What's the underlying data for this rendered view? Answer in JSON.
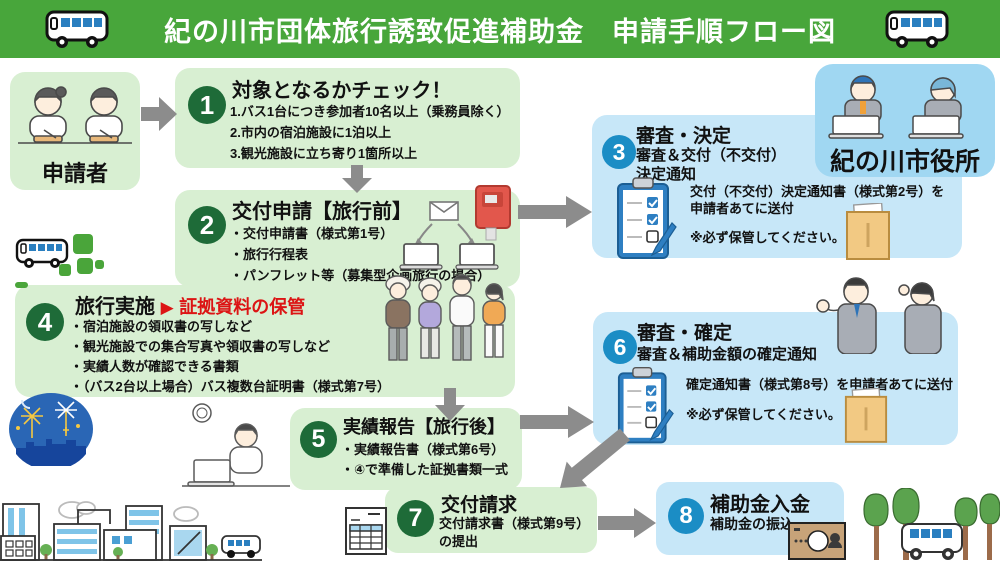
{
  "header": {
    "title": "紀の川市団体旅行誘致促進補助金　申請手順フロー図"
  },
  "applicant": {
    "label": "申請者"
  },
  "city_hall": {
    "label": "紀の川市役所"
  },
  "steps": {
    "s1": {
      "num": "1",
      "title": "対象となるかチェック！",
      "lines": [
        "1.バス1台につき参加者10名以上（乗務員除く）",
        "2.市内の宿泊施設に1泊以上",
        "3.観光施設に立ち寄り1箇所以上"
      ]
    },
    "s2": {
      "num": "2",
      "title": "交付申請【旅行前】",
      "lines": [
        "・交付申請書（様式第1号）",
        "・旅行行程表",
        "・パンフレット等（募集型企画旅行の場合）"
      ]
    },
    "s3": {
      "num": "3",
      "title": "審査・決定",
      "lines": [
        "審査＆交付（不交付）",
        "決定通知"
      ],
      "note_lines": [
        "交付（不交付）決定通知書（様式第2号）を",
        "申請者あてに送付"
      ],
      "warning": "※必ず保管してください。"
    },
    "s4": {
      "num": "4",
      "title": "旅行実施",
      "marker": "▶",
      "title_red": "証拠資料の保管",
      "lines": [
        "・宿泊施設の領収書の写しなど",
        "・観光施設での集合写真や領収書の写しなど",
        "・実績人数が確認できる書類",
        "・（バス2台以上場合）バス複数台証明書（様式第7号）"
      ]
    },
    "s5": {
      "num": "5",
      "title": "実績報告【旅行後】",
      "lines": [
        "・実績報告書（様式第6号）",
        "・④で準備した証拠書類一式"
      ]
    },
    "s6": {
      "num": "6",
      "title": "審査・確定",
      "lines": [
        "審査＆補助金額の確定通知"
      ],
      "note_lines": [
        "確定通知書（様式第8号）を申請者あてに送付"
      ],
      "warning": "※必ず保管してください。"
    },
    "s7": {
      "num": "7",
      "title": "交付請求",
      "lines": [
        "交付請求書（様式第9号）",
        "の提出"
      ]
    },
    "s8": {
      "num": "8",
      "title": "補助金入金",
      "lines": [
        "補助金の振込"
      ]
    }
  },
  "colors": {
    "header_green": "#48a63b",
    "box_green": "#d8efd2",
    "circle_green": "#1e6b38",
    "box_blue": "#c7e7f8",
    "circle_blue": "#1b8dc5",
    "cityhall_blue": "#a0d7f2",
    "arrow_gray": "#8c8c8c",
    "accent_red": "#dc1414",
    "mailbox_red": "#e2574c",
    "envelope_tan": "#f2c983"
  },
  "icons": {
    "bus-icon": "white bus with blue windows",
    "mail-envelope-icon": "✉",
    "mailbox-icon": "red post box",
    "laptop-icon": "laptop outline",
    "clipboard-checklist-icon": "clipboard with checked boxes and pencil",
    "document-envelope-icon": "tan kraft envelope",
    "report-document-icon": "sheet with table grid",
    "banknote-icon": "banknote"
  }
}
